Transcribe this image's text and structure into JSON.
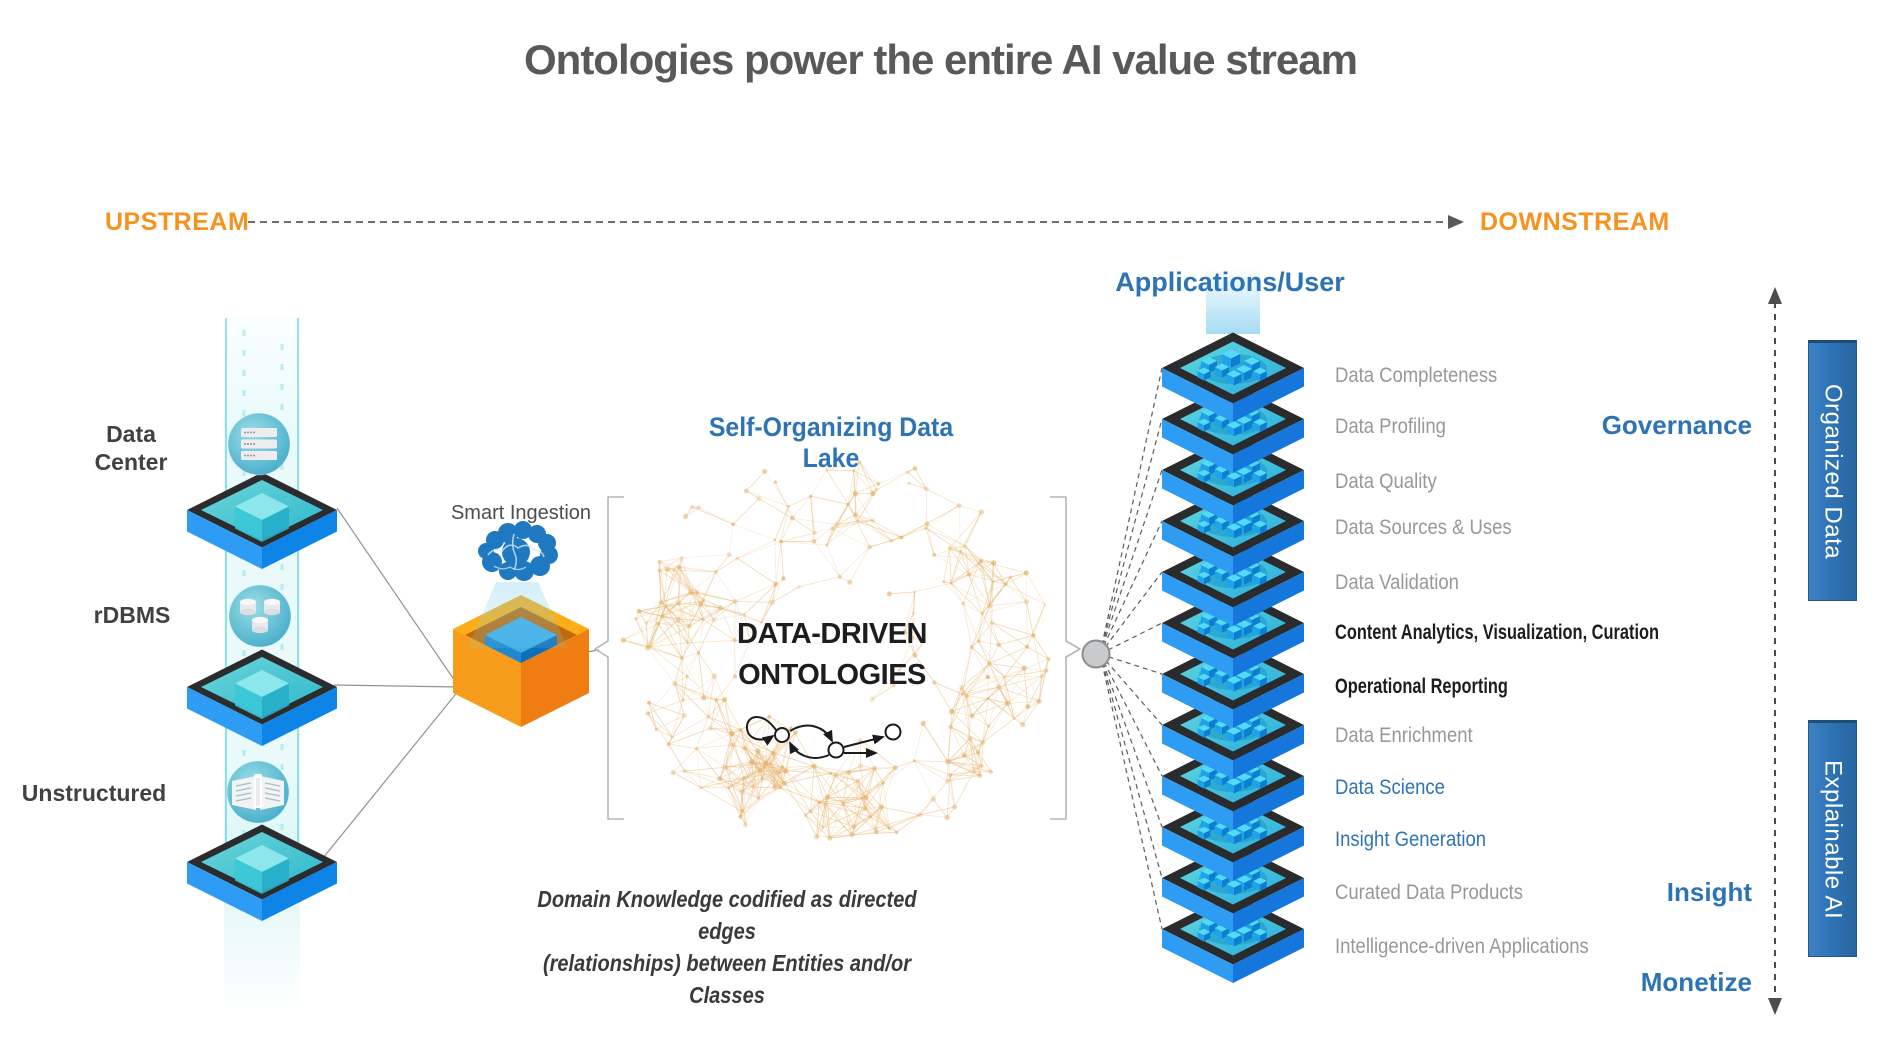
{
  "title": "Ontologies power the entire AI value stream",
  "flow": {
    "upstream": "UPSTREAM",
    "downstream": "DOWNSTREAM"
  },
  "sources": {
    "items": [
      {
        "label": "Data\nCenter",
        "icon": "server-rack-icon"
      },
      {
        "label": "rDBMS",
        "icon": "database-icon"
      },
      {
        "label": "Unstructured",
        "icon": "open-book-icon"
      }
    ]
  },
  "ingestion": {
    "label": "Smart Ingestion",
    "icon": "brain-icon"
  },
  "data_lake": {
    "heading": "Self-Organizing Data Lake",
    "core": "DATA-DRIVEN\nONTOLOGIES",
    "glyph": "directed-graph-icon",
    "caption": "Domain Knowledge codified as directed edges\n(relationships) between Entities and/or Classes"
  },
  "applications": {
    "heading": "Applications/User",
    "layers": [
      {
        "label": "Data Completeness",
        "style": "muted"
      },
      {
        "label": "Data Profiling",
        "style": "muted"
      },
      {
        "label": "Data Quality",
        "style": "muted"
      },
      {
        "label": "Data Sources & Uses",
        "style": "muted"
      },
      {
        "label": "Data Validation",
        "style": "muted"
      },
      {
        "label": "Content Analytics, Visualization, Curation",
        "style": "bold"
      },
      {
        "label": "Operational Reporting",
        "style": "bold"
      },
      {
        "label": "Data Enrichment",
        "style": "muted"
      },
      {
        "label": "Data Science",
        "style": "accent"
      },
      {
        "label": "Insight Generation",
        "style": "accent"
      },
      {
        "label": "Curated Data Products",
        "style": "muted"
      },
      {
        "label": "Intelligence-driven Applications",
        "style": "muted"
      }
    ]
  },
  "value_stages": {
    "governance": "Governance",
    "insight": "Insight",
    "monetize": "Monetize"
  },
  "side_bars": [
    {
      "label": "Organized Data"
    },
    {
      "label": "Explainable AI"
    }
  ],
  "colors": {
    "accent_blue": "#2E74B5",
    "orange": "#F6921E",
    "muted_gray": "#96989A",
    "dark_text": "#1D1D1F",
    "gold_network": "#E2A959",
    "platform_blue": "#2196F3",
    "bar_blue": "#2E74B5"
  }
}
